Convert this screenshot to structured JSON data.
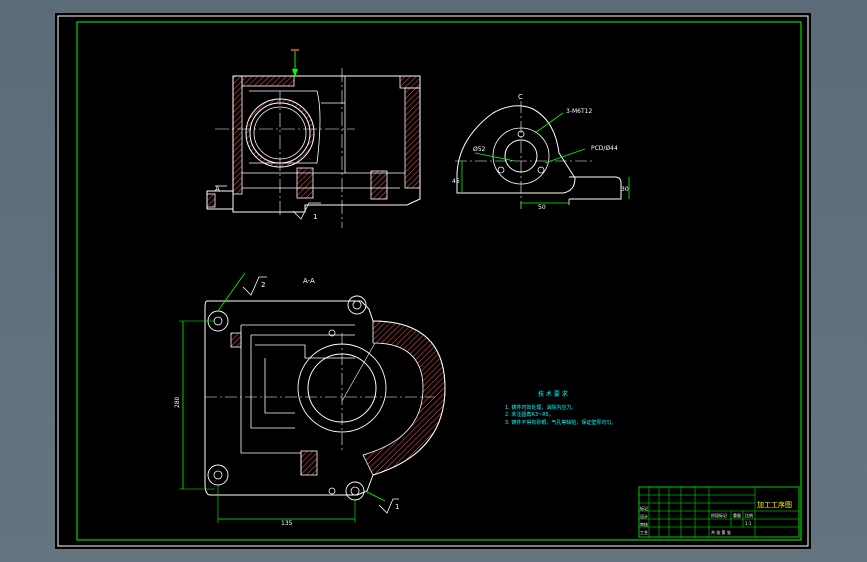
{
  "view_a_label": "A-A",
  "labels": {
    "datum_a": "A",
    "angle_2": "2",
    "angle_1": "1",
    "angle_1b": "1",
    "c": "C",
    "thread_callout": "3-M6T12",
    "dia_callout": "Ø52",
    "pcd_callout": "PCD/Ø44",
    "dim_50": "50",
    "dim_45": "45",
    "dim_30": "30",
    "dim_280": "280",
    "dim_135": "135"
  },
  "notes": {
    "title": "技 术 要 求",
    "items": [
      "1. 铸件时效处理，消除内应力。",
      "2. 未注圆角R3~R5。",
      "3. 铸件不得有砂眼、气孔等缺陷，保证壁厚均匀。"
    ]
  },
  "title_block": {
    "drawing_name": "加工工序图",
    "row_labels": [
      "标记",
      "设计",
      "审核",
      "工艺"
    ],
    "meta": [
      "阶段标记",
      "重量",
      "比例"
    ],
    "scale": "1:1",
    "sheet": "共 张 第 张"
  },
  "colors": {
    "background": "#000000",
    "frame": "#ffffff",
    "border_green": "#00ff00",
    "outline": "#ffffff",
    "dimension": "#00ff00",
    "hatch": "#ff5050",
    "text_cyan": "#00ffff",
    "title_yellow": "#ffff00"
  }
}
